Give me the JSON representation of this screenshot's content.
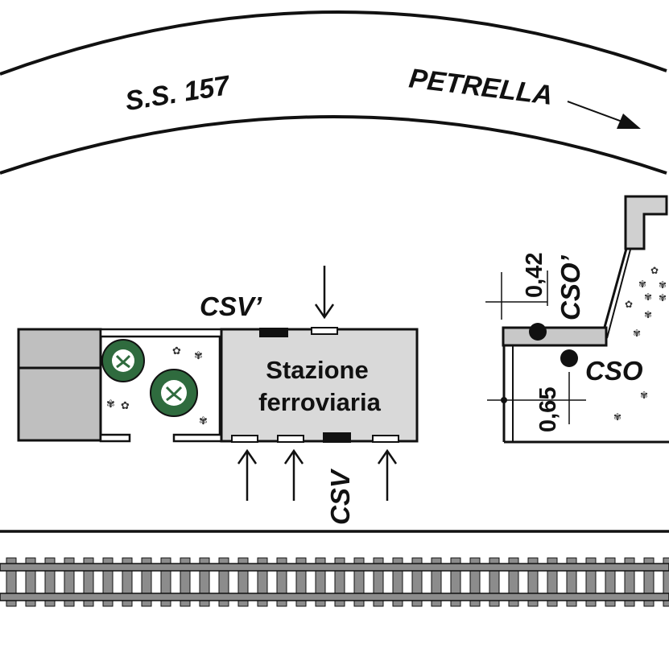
{
  "road": {
    "name": "S.S. 157",
    "destination": "PETRELLA"
  },
  "station": {
    "line1": "Stazione",
    "line2": "ferroviaria"
  },
  "points": {
    "csv": "CSV",
    "csv_prime": "CSV’",
    "cso": "CSO",
    "cso_prime": "CSO’"
  },
  "dimensions": {
    "upper": "0,42",
    "lower": "0,65"
  },
  "colors": {
    "ink": "#111111",
    "building_fill": "#d9d9d9",
    "annex_fill": "#bfbfbf",
    "shrub_green": "#2f6b3e",
    "rail_gray": "#8c8c8c",
    "marker": "#111111"
  }
}
